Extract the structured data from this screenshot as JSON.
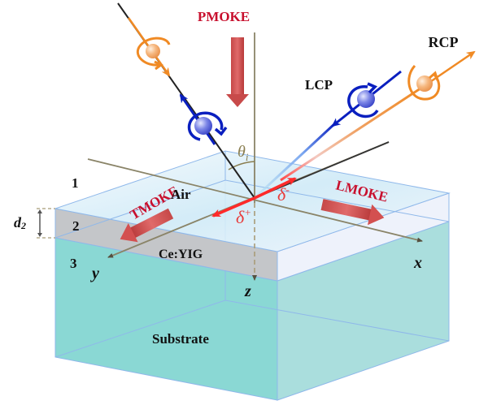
{
  "figure": {
    "title_labels": {
      "pmoke": "PMOKE",
      "lmoke": "LMOKE",
      "tmoke": "TMOKE",
      "lcp": "LCP",
      "rcp": "RCP"
    },
    "layers": {
      "layer1_index": "1",
      "layer2_index": "2",
      "layer3_index": "3",
      "layer1_name": "Air",
      "layer2_name": "Ce:YIG",
      "layer3_name": "Substrate",
      "thickness_label": "d",
      "thickness_subscript": "2"
    },
    "axes": {
      "x": "x",
      "y": "y",
      "z": "z"
    },
    "angle_label": "θ",
    "angle_subscript": "i",
    "shift_labels": {
      "delta_plus_base": "δ",
      "delta_plus_sup": "+",
      "delta_minus_base": "δ",
      "delta_minus_sup": "-"
    },
    "colors": {
      "moke_red": "#c8102e",
      "arrow_red": "#d9534f",
      "lcp_blue": "#0a1fbf",
      "rcp_orange": "#f08a24",
      "substrate": "#8ad8d4",
      "substrate_side": "#aadedd",
      "ceyig_gray": "#c4c6c9",
      "air_top": "#e8f4fb",
      "edge_blue": "#8fb8ea",
      "axis_olive": "#8a8468",
      "shift_red": "#ff2a2a"
    }
  }
}
